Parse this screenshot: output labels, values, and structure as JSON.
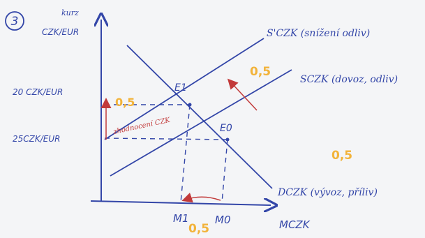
{
  "exercise_number": "3",
  "y_axis": {
    "title_line1": "kurz",
    "title_line2": "CZK/EUR"
  },
  "x_axis": {
    "label": "MCZK"
  },
  "y_ticks": [
    {
      "label": "20 CZK/EUR"
    },
    {
      "label": "25CZK/EUR"
    }
  ],
  "x_ticks": [
    {
      "label": "M1"
    },
    {
      "label": "M0"
    }
  ],
  "curves": {
    "supply_new": "S'CZK (snížení odliv)",
    "supply_old": "SCZK (dovoz, odliv)",
    "demand": "DCZK (vývoz, příliv)"
  },
  "points": {
    "e1": "E1",
    "e0": "E0"
  },
  "annotations": {
    "appreciation": "zhodnocení CZK"
  },
  "scores": [
    "0,5",
    "0,5",
    "0,5",
    "0,5"
  ],
  "colors": {
    "ink": "#3346a8",
    "red": "#c23a3a",
    "score": "#f2b33a",
    "paper": "#f4f5f7"
  }
}
